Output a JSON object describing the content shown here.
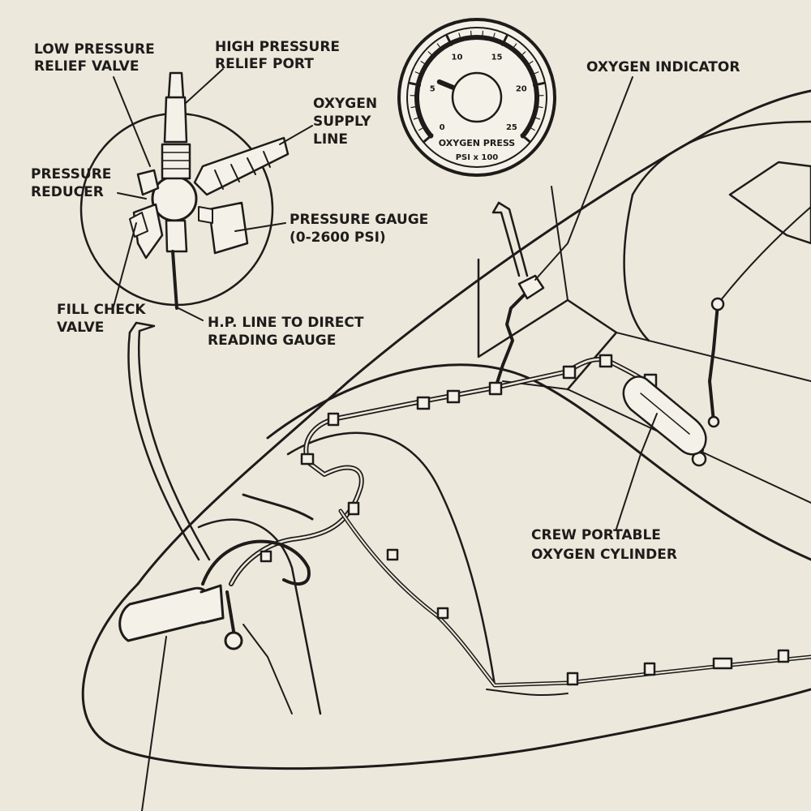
{
  "labels": {
    "low_pressure_relief_valve": [
      "LOW PRESSURE",
      "RELIEF VALVE"
    ],
    "high_pressure_relief_port": [
      "HIGH PRESSURE",
      "RELIEF PORT"
    ],
    "oxygen_supply_line": [
      "OXYGEN",
      "SUPPLY",
      "LINE"
    ],
    "pressure_reducer": [
      "PRESSURE",
      "REDUCER"
    ],
    "pressure_gauge": [
      "PRESSURE GAUGE",
      "(0-2600 PSI)"
    ],
    "fill_check_valve": [
      "FILL CHECK",
      "VALVE"
    ],
    "hp_line": [
      "H.P. LINE TO DIRECT",
      "READING GAUGE"
    ],
    "oxygen_indicator": "OXYGEN INDICATOR",
    "crew_portable_cylinder": [
      "CREW PORTABLE",
      "OXYGEN CYLINDER"
    ]
  },
  "gauge": {
    "title": "OXYGEN PRESS",
    "units": "PSI x 100",
    "ticks": [
      "0",
      "5",
      "10",
      "15",
      "20",
      "25"
    ],
    "min": 0,
    "max": 25,
    "needle_value": 6
  },
  "colors": {
    "ink": "#1e1c1a",
    "paper": "#ece8dc"
  }
}
